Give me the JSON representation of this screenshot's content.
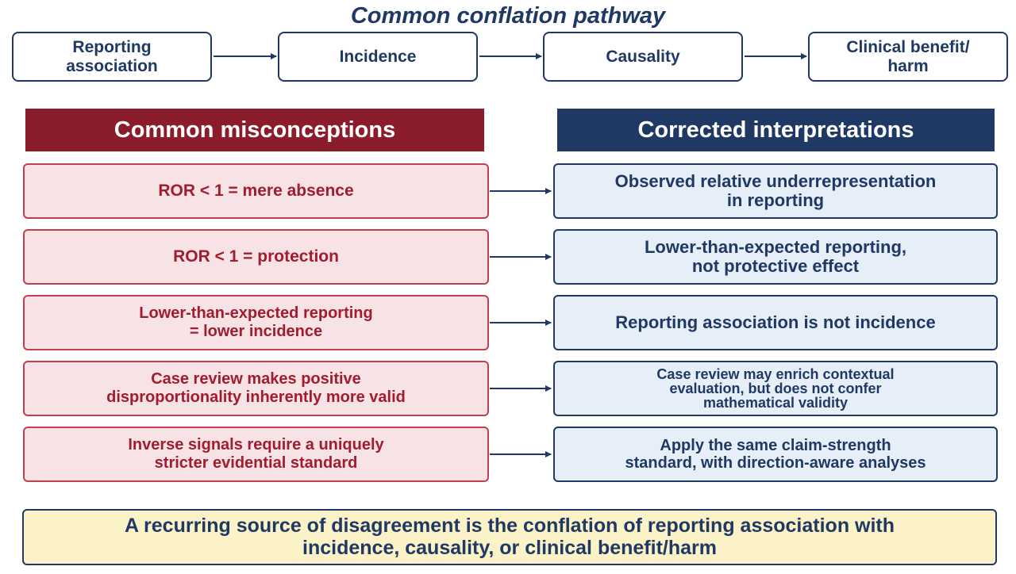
{
  "title": "Common conflation pathway",
  "pathway": [
    "Reporting\nassociation",
    "Incidence",
    "Causality",
    "Clinical benefit/\nharm"
  ],
  "headers": {
    "left": "Common misconceptions",
    "right": "Corrected interpretations"
  },
  "rows": [
    {
      "misconception": "ROR < 1 = mere absence",
      "correction": "Observed relative underrepresentation\nin reporting"
    },
    {
      "misconception": "ROR < 1 = protection",
      "correction": "Lower-than-expected reporting,\nnot protective effect"
    },
    {
      "misconception": "Lower-than-expected reporting\n= lower incidence",
      "correction": "Reporting association is not incidence"
    },
    {
      "misconception": "Case review makes positive\ndisproportionality inherently more valid",
      "correction": "Case review may enrich contextual\nevaluation, but does not confer\nmathematical validity"
    },
    {
      "misconception": "Inverse signals require a uniquely\nstricter evidential standard",
      "correction": "Apply the same claim-strength\nstandard, with direction-aware analyses"
    }
  ],
  "footer": "A recurring source of disagreement is the conflation of reporting association with\nincidence, causality, or clinical benefit/harm",
  "colors": {
    "navy": "#1f3864",
    "maroon": "#8b1c2c",
    "misconception_fill": "#f7e3e5",
    "correction_fill": "#e6eef8",
    "footer_fill": "#fcf2c8"
  }
}
